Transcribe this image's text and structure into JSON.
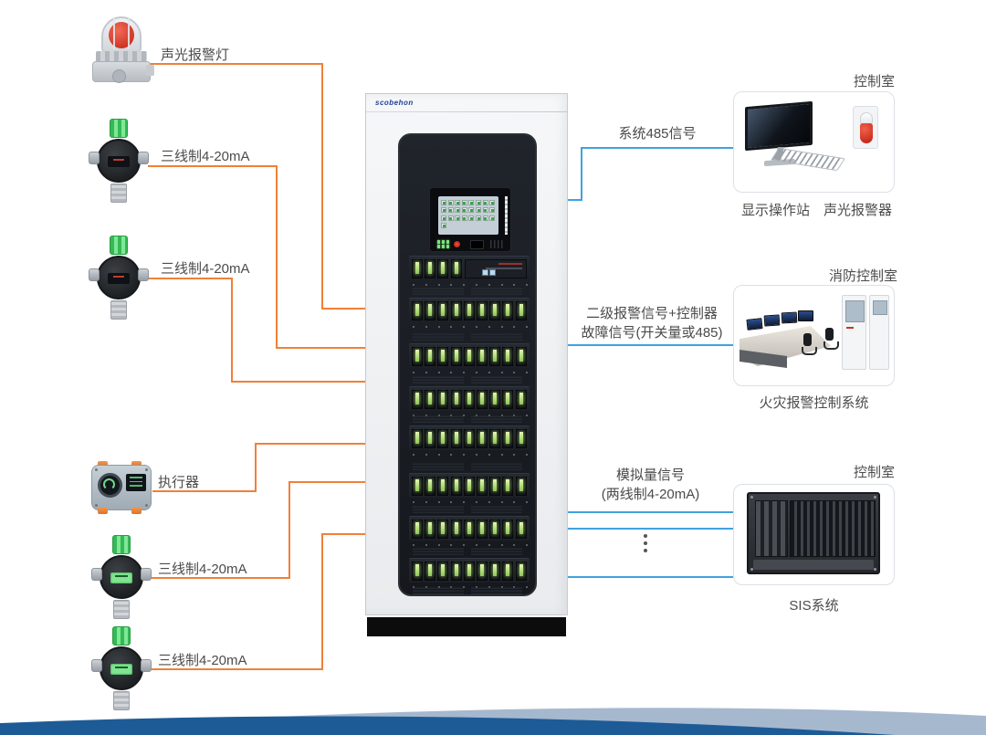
{
  "brand": {
    "logo": "scobehon"
  },
  "left_devices": [
    {
      "id": "alarm-beacon",
      "label": "声光报警灯"
    },
    {
      "id": "detector-1",
      "label": "三线制4-20mA"
    },
    {
      "id": "detector-2",
      "label": "三线制4-20mA"
    },
    {
      "id": "actuator",
      "label": "执行器"
    },
    {
      "id": "detector-3",
      "label": "三线制4-20mA"
    },
    {
      "id": "detector-4",
      "label": "三线制4-20mA"
    }
  ],
  "signals": {
    "sys485": "系统485信号",
    "alarm_line1": "二级报警信号+控制器",
    "alarm_line2": "故障信号(开关量或485)",
    "analog_line1": "模拟量信号",
    "analog_line2": "(两线制4-20mA)"
  },
  "stations": {
    "s1": {
      "room": "控制室",
      "caption_left": "显示操作站",
      "caption_right": "声光报警器"
    },
    "s2": {
      "room": "消防控制室",
      "caption": "火灾报警控制系统"
    },
    "s3": {
      "room": "控制室",
      "caption": "SIS系统"
    }
  },
  "colors": {
    "field_wire": "#F08038",
    "signal_wire": "#3FA2DE",
    "footer_dark": "#1D5B97",
    "footer_light": "#A6B8CE",
    "label_text": "#4C4C4C",
    "logo_blue": "#1D3F96",
    "led_green": "#8CC654",
    "alarm_red": "#C21F10"
  }
}
